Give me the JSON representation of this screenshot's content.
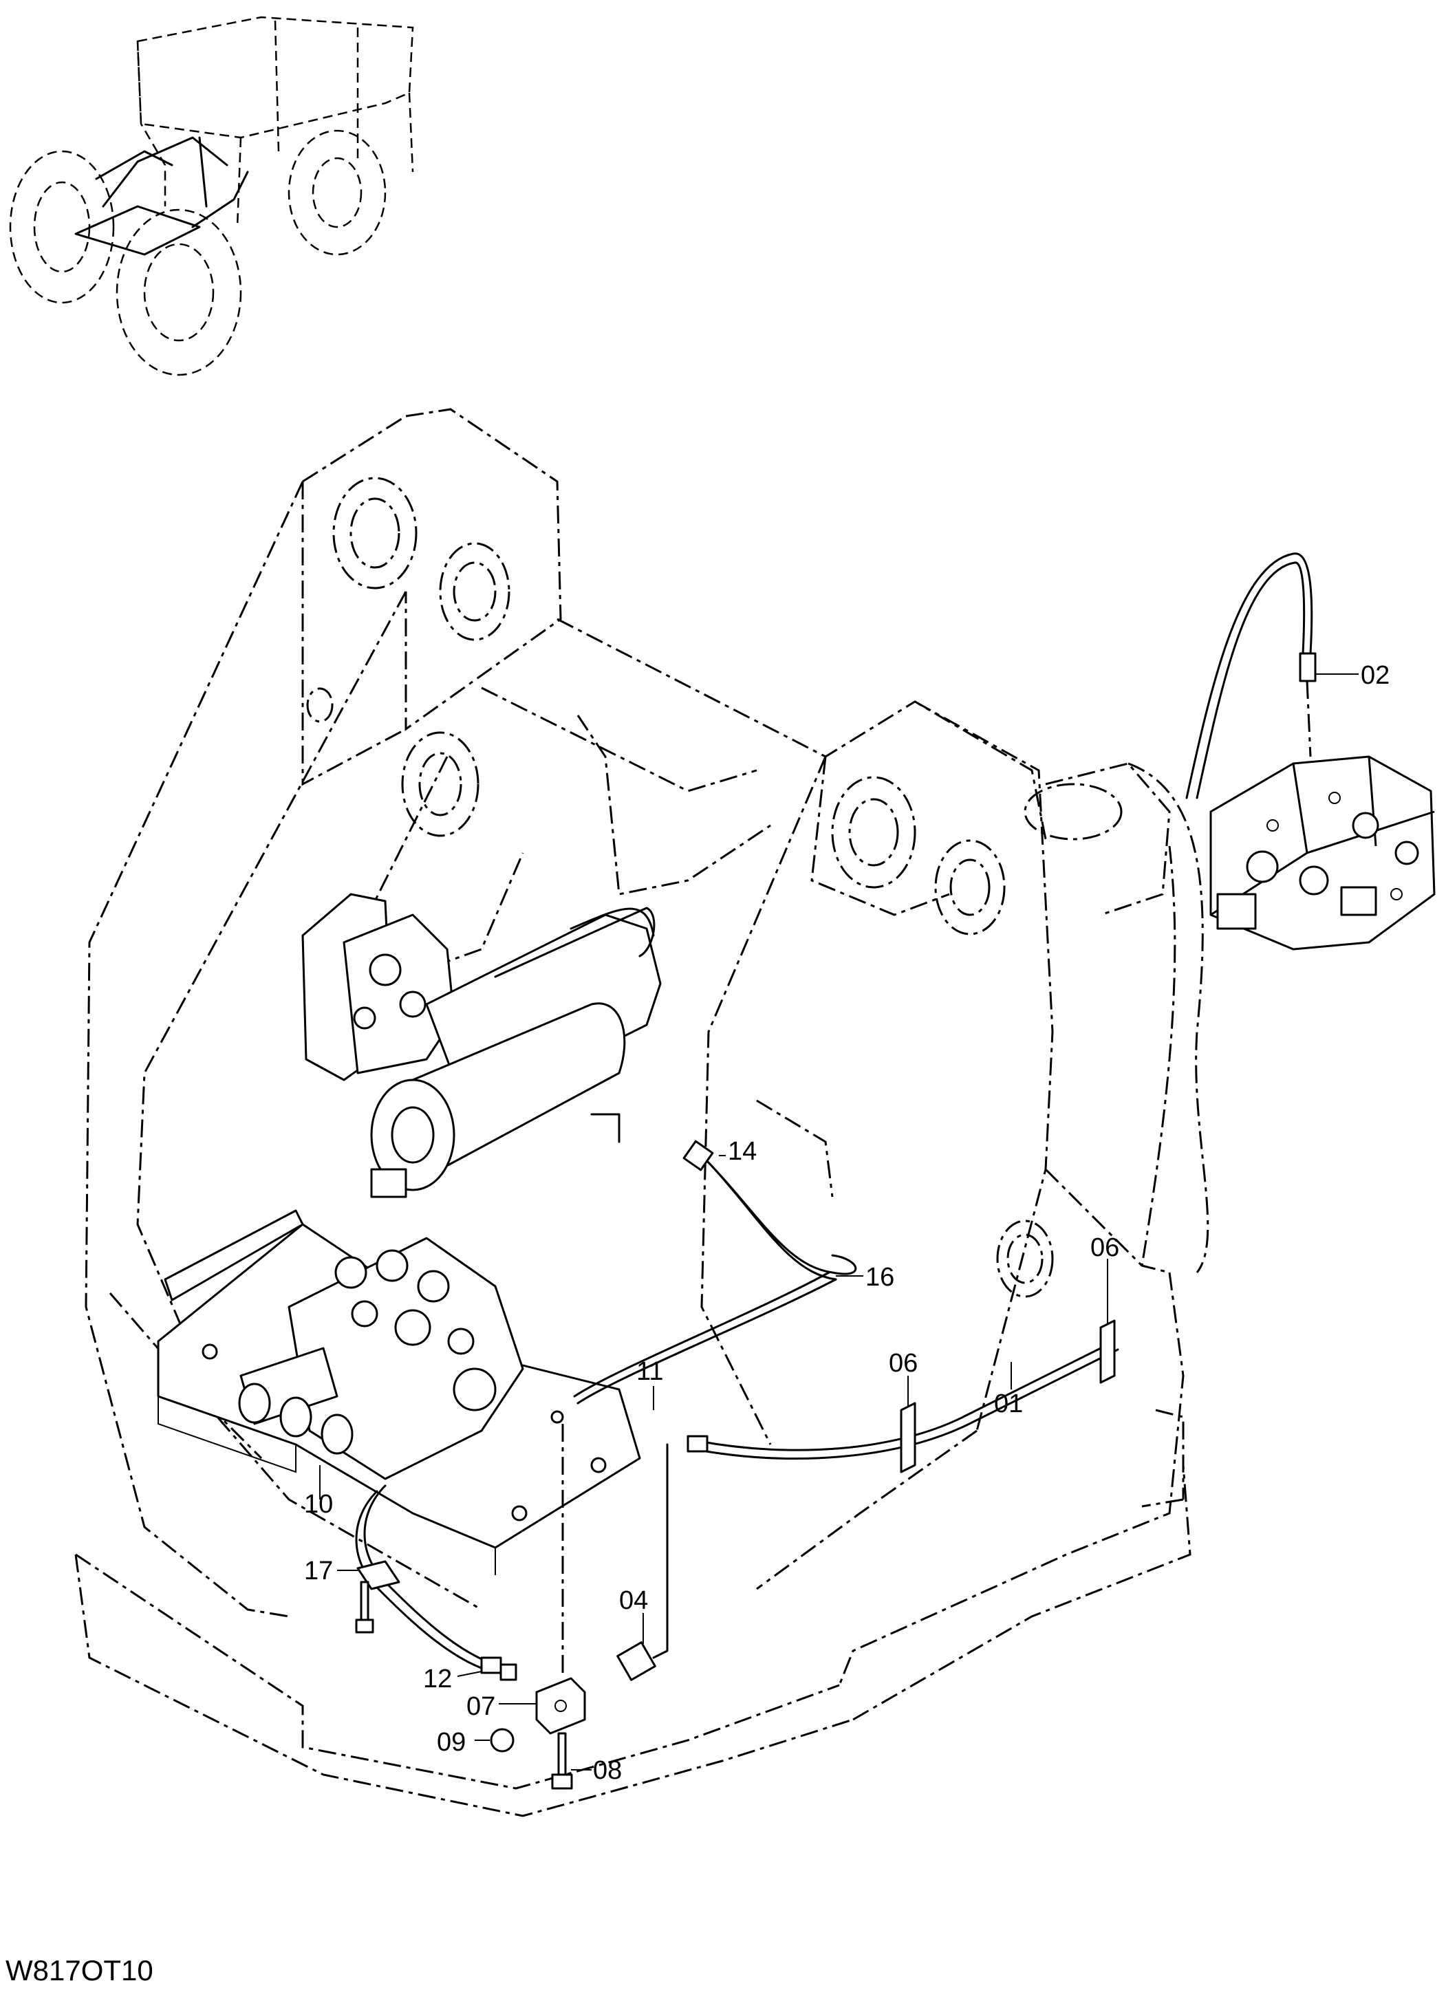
{
  "drawing_code": "W817OT10",
  "callouts": [
    {
      "id": "c02",
      "text": "02"
    },
    {
      "id": "c14",
      "text": "14"
    },
    {
      "id": "c16",
      "text": "16"
    },
    {
      "id": "c11",
      "text": "11"
    },
    {
      "id": "c06a",
      "text": "06"
    },
    {
      "id": "c06b",
      "text": "06"
    },
    {
      "id": "c01",
      "text": "01"
    },
    {
      "id": "c10",
      "text": "10"
    },
    {
      "id": "c17",
      "text": "17"
    },
    {
      "id": "c04",
      "text": "04"
    },
    {
      "id": "c12",
      "text": "12"
    },
    {
      "id": "c07",
      "text": "07"
    },
    {
      "id": "c09",
      "text": "09"
    },
    {
      "id": "c08",
      "text": "08"
    }
  ]
}
